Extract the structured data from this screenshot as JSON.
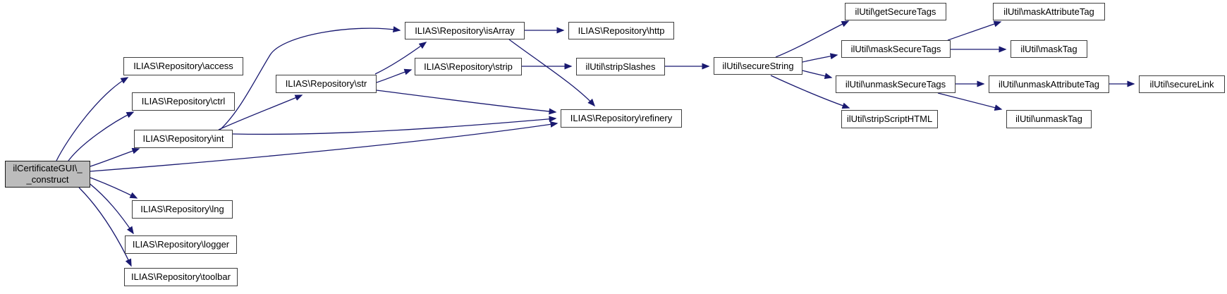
{
  "diagram": {
    "type": "call-graph",
    "highlighted_node": "ilCertificateGUI\\__construct",
    "colors": {
      "edge": "#191970",
      "node_border": "#3f3f3f",
      "node_fill": "#ffffff",
      "highlight_fill": "#bcbcbc",
      "background": "#ffffff",
      "text": "#000000"
    },
    "nodes": [
      {
        "id": "construct",
        "label": "ilCertificateGUI\\_\n_construct",
        "highlighted": true
      },
      {
        "id": "access",
        "label": "ILIAS\\Repository\\access",
        "highlighted": false
      },
      {
        "id": "ctrl",
        "label": "ILIAS\\Repository\\ctrl",
        "highlighted": false
      },
      {
        "id": "int",
        "label": "ILIAS\\Repository\\int",
        "highlighted": false
      },
      {
        "id": "lng",
        "label": "ILIAS\\Repository\\lng",
        "highlighted": false
      },
      {
        "id": "logger",
        "label": "ILIAS\\Repository\\logger",
        "highlighted": false
      },
      {
        "id": "toolbar",
        "label": "ILIAS\\Repository\\toolbar",
        "highlighted": false
      },
      {
        "id": "str",
        "label": "ILIAS\\Repository\\str",
        "highlighted": false
      },
      {
        "id": "isArray",
        "label": "ILIAS\\Repository\\isArray",
        "highlighted": false
      },
      {
        "id": "strip",
        "label": "ILIAS\\Repository\\strip",
        "highlighted": false
      },
      {
        "id": "http",
        "label": "ILIAS\\Repository\\http",
        "highlighted": false
      },
      {
        "id": "stripSlashes",
        "label": "ilUtil\\stripSlashes",
        "highlighted": false
      },
      {
        "id": "secureString",
        "label": "ilUtil\\secureString",
        "highlighted": false
      },
      {
        "id": "refinery",
        "label": "ILIAS\\Repository\\refinery",
        "highlighted": false
      },
      {
        "id": "getSecureTags",
        "label": "ilUtil\\getSecureTags",
        "highlighted": false
      },
      {
        "id": "maskSecureTags",
        "label": "ilUtil\\maskSecureTags",
        "highlighted": false
      },
      {
        "id": "maskAttributeTag",
        "label": "ilUtil\\maskAttributeTag",
        "highlighted": false
      },
      {
        "id": "maskTag",
        "label": "ilUtil\\maskTag",
        "highlighted": false
      },
      {
        "id": "unmaskSecureTags",
        "label": "ilUtil\\unmaskSecureTags",
        "highlighted": false
      },
      {
        "id": "unmaskAttributeTag",
        "label": "ilUtil\\unmaskAttributeTag",
        "highlighted": false
      },
      {
        "id": "secureLink",
        "label": "ilUtil\\secureLink",
        "highlighted": false
      },
      {
        "id": "stripScriptHTML",
        "label": "ilUtil\\stripScriptHTML",
        "highlighted": false
      },
      {
        "id": "unmaskTag",
        "label": "ilUtil\\unmaskTag",
        "highlighted": false
      }
    ],
    "edges": [
      {
        "from": "construct",
        "to": "access"
      },
      {
        "from": "construct",
        "to": "ctrl"
      },
      {
        "from": "construct",
        "to": "int"
      },
      {
        "from": "construct",
        "to": "lng"
      },
      {
        "from": "construct",
        "to": "logger"
      },
      {
        "from": "construct",
        "to": "toolbar"
      },
      {
        "from": "construct",
        "to": "refinery"
      },
      {
        "from": "int",
        "to": "str"
      },
      {
        "from": "int",
        "to": "isArray"
      },
      {
        "from": "int",
        "to": "refinery"
      },
      {
        "from": "str",
        "to": "isArray"
      },
      {
        "from": "str",
        "to": "strip"
      },
      {
        "from": "str",
        "to": "refinery"
      },
      {
        "from": "isArray",
        "to": "http"
      },
      {
        "from": "isArray",
        "to": "refinery"
      },
      {
        "from": "strip",
        "to": "stripSlashes"
      },
      {
        "from": "stripSlashes",
        "to": "secureString"
      },
      {
        "from": "secureString",
        "to": "getSecureTags"
      },
      {
        "from": "secureString",
        "to": "maskSecureTags"
      },
      {
        "from": "secureString",
        "to": "unmaskSecureTags"
      },
      {
        "from": "secureString",
        "to": "stripScriptHTML"
      },
      {
        "from": "maskSecureTags",
        "to": "maskAttributeTag"
      },
      {
        "from": "maskSecureTags",
        "to": "maskTag"
      },
      {
        "from": "unmaskSecureTags",
        "to": "unmaskAttributeTag"
      },
      {
        "from": "unmaskSecureTags",
        "to": "unmaskTag"
      },
      {
        "from": "unmaskAttributeTag",
        "to": "secureLink"
      }
    ]
  }
}
